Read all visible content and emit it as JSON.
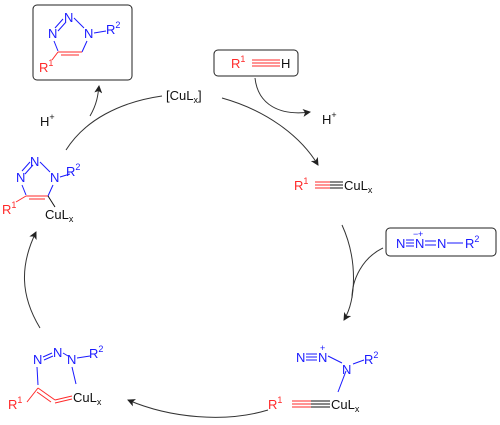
{
  "catalyst": {
    "label": "[CuL",
    "sub": "x",
    "close": "]"
  },
  "protons": {
    "left": {
      "label": "H",
      "sup": "+"
    },
    "right": {
      "label": "H",
      "sup": "+"
    }
  },
  "reagents": {
    "alkyne": {
      "r": "R",
      "r_sup": "1",
      "h": "H"
    },
    "azide": {
      "n1": "N",
      "n1_sup": "−",
      "n2": "N",
      "n2_sup": "+",
      "n3": "N",
      "r": "R",
      "r_sup": "2"
    }
  },
  "intermediates": {
    "acetylide": {
      "r": "R",
      "r_sup": "1",
      "cu": "CuL",
      "cu_sub": "x"
    },
    "azide_complex": {
      "n_top": "N",
      "n_mid": "N",
      "n_mid_sup": "+",
      "n_sub": "N",
      "r2": "R",
      "r2_sup": "2",
      "r1": "R",
      "r1_sup": "1",
      "cu": "CuL",
      "cu_sub": "x"
    },
    "metallacycle": {
      "n1": "N",
      "n2": "N",
      "n3": "N",
      "r2": "R",
      "r2_sup": "2",
      "r1": "R",
      "r1_sup": "1",
      "cu": "CuL",
      "cu_sub": "x"
    },
    "cu_triazolide": {
      "n1": "N",
      "n2": "N",
      "n3": "N",
      "r2": "R",
      "r2_sup": "2",
      "r1": "R",
      "r1_sup": "1",
      "cu": "CuL",
      "cu_sub": "x"
    }
  },
  "product": {
    "n1": "N",
    "n2": "N",
    "n3": "N",
    "r2": "R",
    "r2_sup": "2",
    "r1": "R",
    "r1_sup": "1"
  },
  "colors": {
    "nitrogen": "#1a1aff",
    "r1_group": "#ff2a2a",
    "text": "#111111"
  }
}
